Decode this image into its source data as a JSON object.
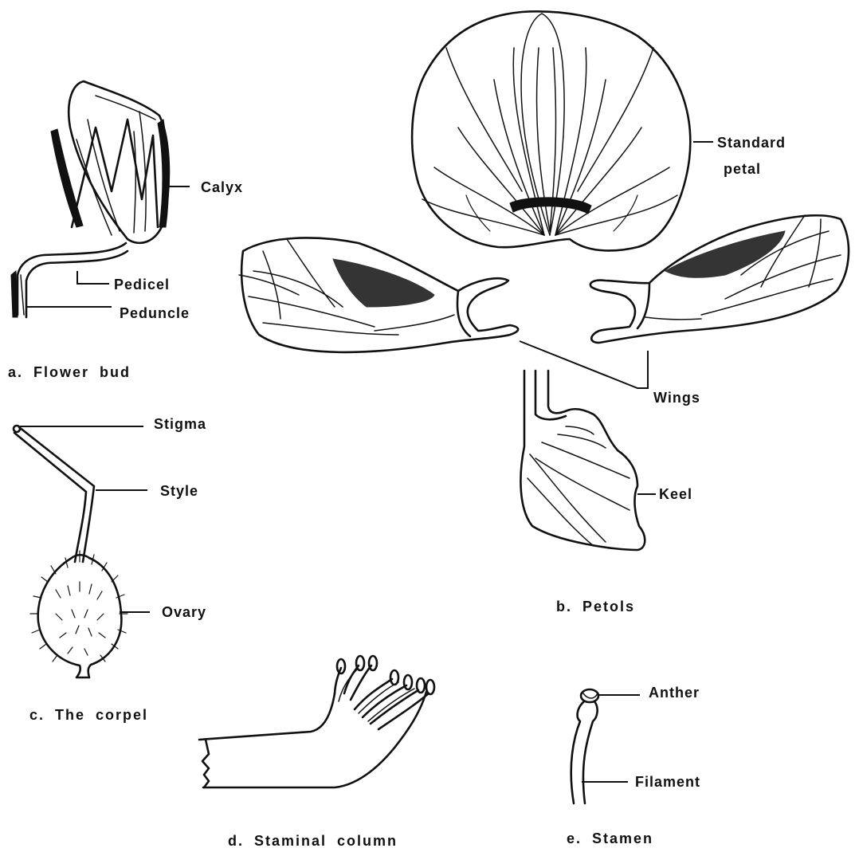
{
  "labels": {
    "calyx": "Calyx",
    "pedicel": "Pedicel",
    "peduncle": "Peduncle",
    "standard_petal_line1": "Standard",
    "standard_petal_line2": "petal",
    "wings": "Wings",
    "keel": "Keel",
    "stigma": "Stigma",
    "style": "Style",
    "ovary": "Ovary",
    "anther": "Anther",
    "filament": "Filament"
  },
  "captions": {
    "a": "a. Flower bud",
    "b": "b. Petols",
    "c": "c. The corpel",
    "d": "d. Staminal column",
    "e": "e. Stamen"
  }
}
